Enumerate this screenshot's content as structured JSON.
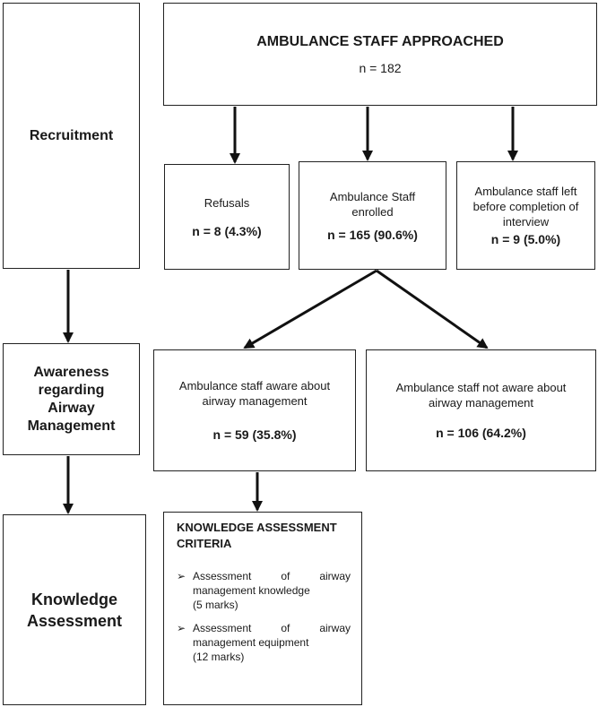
{
  "stages": {
    "recruitment": "Recruitment",
    "awareness": "Awareness regarding Airway Management",
    "knowledge": "Knowledge Assessment"
  },
  "approached": {
    "title": "AMBULANCE STAFF APPROACHED",
    "n": "n = 182"
  },
  "refusals": {
    "label": "Refusals",
    "n": "n = 8 (4.3%)"
  },
  "enrolled": {
    "label": "Ambulance Staff enrolled",
    "n": "n = 165 (90.6%)"
  },
  "left": {
    "label": "Ambulance staff left before completion of interview",
    "n": "n = 9 (5.0%)"
  },
  "aware": {
    "label": "Ambulance staff aware about airway management",
    "n": "n = 59 (35.8%)"
  },
  "not_aware": {
    "label": "Ambulance staff not aware about airway management",
    "n": "n = 106 (64.2%)"
  },
  "criteria": {
    "title": "KNOWLEDGE ASSESSMENT CRITERIA",
    "items": [
      {
        "bullet": "➢",
        "text": "Assessment of airway management knowledge",
        "marks": "(5 marks)"
      },
      {
        "bullet": "➢",
        "text": "Assessment of airway management equipment",
        "marks": "(12 marks)"
      }
    ]
  }
}
